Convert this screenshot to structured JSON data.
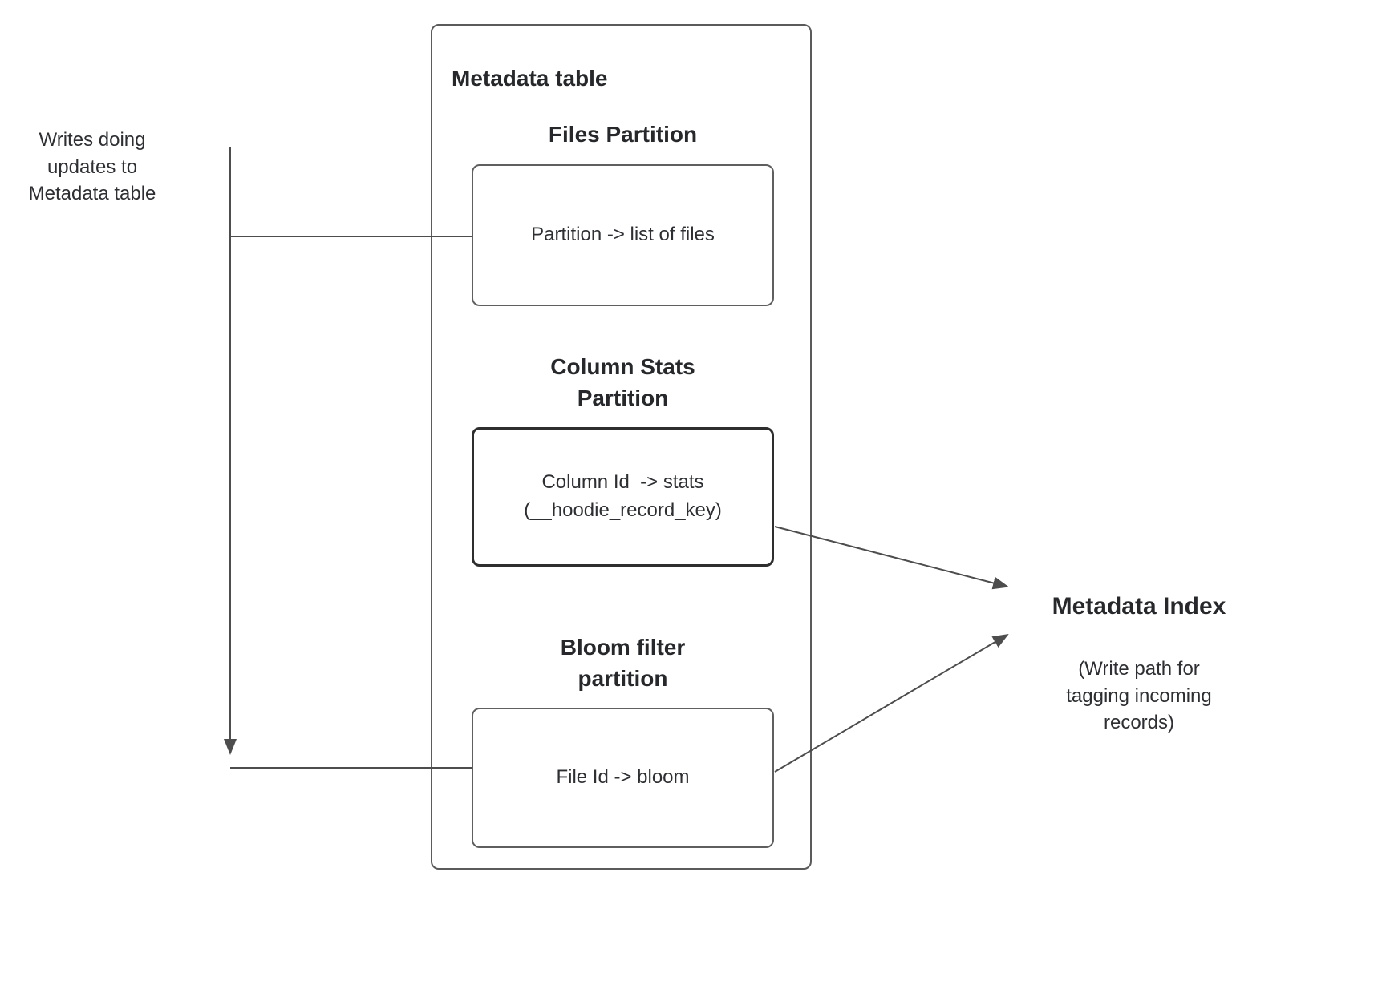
{
  "metadata_table": {
    "title": "Metadata table",
    "files_partition": {
      "heading": "Files Partition",
      "box_text": "Partition -> list of files"
    },
    "column_stats_partition": {
      "heading": "Column Stats\nPartition",
      "box_line1": "Column Id  -> stats",
      "box_line2": "(__hoodie_record_key)"
    },
    "bloom_filter_partition": {
      "heading": "Bloom filter\npartition",
      "box_text": "File Id -> bloom"
    }
  },
  "writes_label": "Writes doing\nupdates to\nMetadata table",
  "metadata_index": {
    "title": "Metadata Index",
    "subtitle": "(Write path for\ntagging incoming\nrecords)"
  },
  "colors": {
    "line": "#4d4d4d",
    "border": "#5b5b5b",
    "text": "#26282b"
  }
}
